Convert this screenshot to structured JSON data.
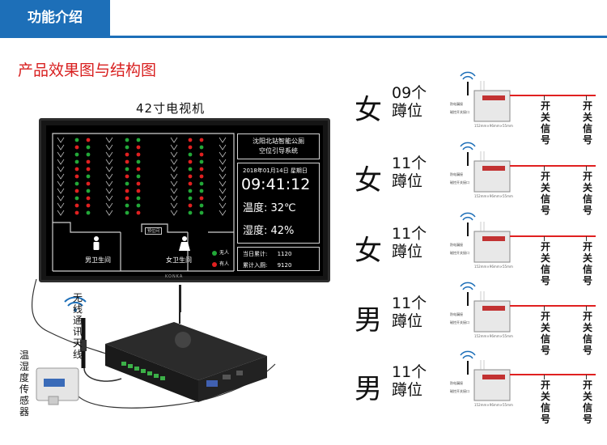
{
  "header": {
    "tab_label": "功能介绍",
    "accent": "#1d6fb8"
  },
  "subtitle": "产品效果图与结构图",
  "tv": {
    "caption": "42寸电视机",
    "brand": "KONKA",
    "panel_title": "沈阳北站智能公厕\n空位引导系统",
    "date": "2018年01月14日  星期日",
    "time": "09:41:12",
    "temperature": "温度: 32℃",
    "humidity": "湿度: 42%",
    "daily_total_label": "当日累计:",
    "daily_total_value": "1120",
    "total_label": "累计入厕:",
    "total_value": "9120",
    "mens_room": "男卫生间",
    "womens_room": "女卫生间",
    "utility_room": "预位间",
    "legend_vacant": "无人",
    "legend_occupied": "有人",
    "color_vacant": "#22a838",
    "color_occupied": "#e02020"
  },
  "antenna_label": "无线通讯天线",
  "sensor_label": "温湿度传感器",
  "rows": [
    {
      "gender": "女",
      "count": "09个",
      "unit": "蹲位"
    },
    {
      "gender": "女",
      "count": "11个",
      "unit": "蹲位"
    },
    {
      "gender": "女",
      "count": "11个",
      "unit": "蹲位"
    },
    {
      "gender": "男",
      "count": "11个",
      "unit": "蹲位"
    },
    {
      "gender": "男",
      "count": "11个",
      "unit": "蹲位"
    }
  ],
  "switch_signal_label": "开关信号",
  "module_dimension": "152mm×96mm×55mm",
  "module_label_1": "防电漏接",
  "module_label_2": "磁控开关接口"
}
